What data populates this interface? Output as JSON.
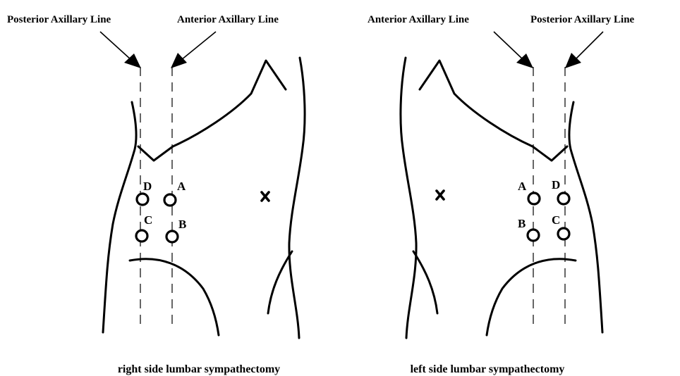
{
  "right_panel": {
    "posterior_label": "Posterior Axillary Line",
    "anterior_label": "Anterior Axillary Line",
    "ports": {
      "a": "A",
      "b": "B",
      "c": "C",
      "d": "D"
    },
    "caption": "right side lumbar sympathectomy"
  },
  "left_panel": {
    "anterior_label": "Anterior Axillary Line",
    "posterior_label": "Posterior Axillary Line",
    "ports": {
      "a": "A",
      "b": "B",
      "c": "C",
      "d": "D"
    },
    "caption": "left side lumbar sympathectomy"
  }
}
